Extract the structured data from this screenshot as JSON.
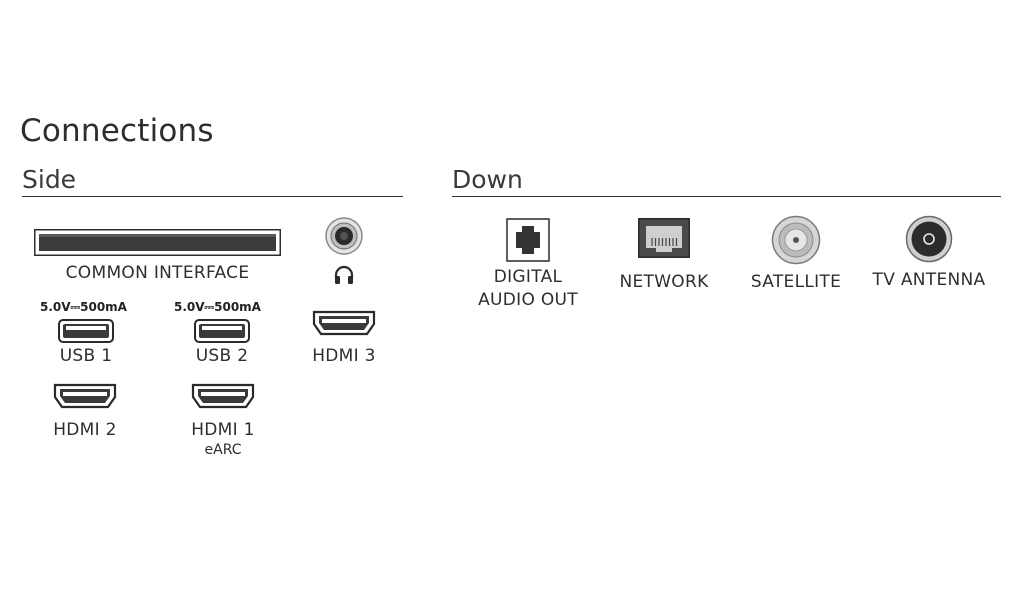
{
  "title": "Connections",
  "sections": {
    "side": {
      "heading": "Side"
    },
    "down": {
      "heading": "Down"
    }
  },
  "ports": {
    "common_interface": {
      "label": "COMMON INTERFACE"
    },
    "usb1": {
      "label": "USB 1",
      "rating": "5.0V⎓500mA"
    },
    "usb2": {
      "label": "USB 2",
      "rating": "5.0V⎓500mA"
    },
    "hdmi3": {
      "label": "HDMI 3"
    },
    "hdmi2": {
      "label": "HDMI 2"
    },
    "hdmi1": {
      "label": "HDMI 1",
      "sublabel": "eARC"
    },
    "digital_audio_out": {
      "line1": "DIGITAL",
      "line2": "AUDIO OUT"
    },
    "network": {
      "label": "NETWORK"
    },
    "satellite": {
      "label": "SATELLITE"
    },
    "tv_antenna": {
      "label": "TV ANTENNA"
    }
  },
  "icons": [
    "headphone-jack-icon",
    "headphone-icon",
    "usb-port-icon",
    "hdmi-port-icon",
    "optical-port-icon",
    "ethernet-port-icon",
    "coax-satellite-icon",
    "coax-antenna-icon"
  ],
  "colors": {
    "text": "#2e2e2e",
    "port_fill": "#3a3a3a",
    "background": "#ffffff"
  }
}
